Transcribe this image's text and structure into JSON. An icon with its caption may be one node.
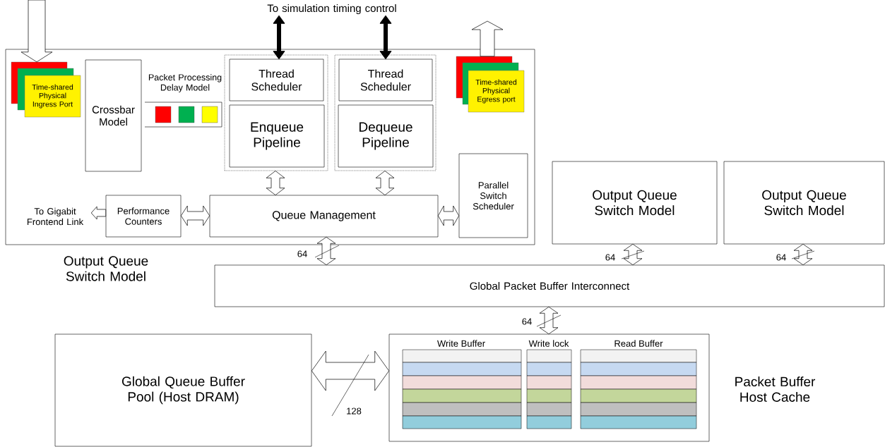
{
  "diagram": {
    "nodes": [
      {
        "text": [
          "Output Queue Switch Model"
        ]
      },
      {
        "text": [
          "Time-shared Physical Ingress Port"
        ],
        "in": 0
      },
      {
        "text": [
          "Crossbar Model"
        ],
        "in": 0
      },
      {
        "text": [
          "Packet Processing Delay Model"
        ],
        "in": 0
      },
      {
        "text": [],
        "shape": "box",
        "in": 0
      },
      {
        "text": [
          "Thread Scheduler"
        ],
        "in": 4
      },
      {
        "text": [
          "Enqueue Pipeline"
        ],
        "in": 4
      },
      {
        "text": [],
        "shape": "box",
        "in": 0
      },
      {
        "text": [
          "Thread Scheduler"
        ],
        "in": 7
      },
      {
        "text": [
          "Dequeue Pipeline"
        ],
        "in": 7
      },
      {
        "text": [
          "Time-shared Physical Egress port"
        ],
        "in": 0
      },
      {
        "text": [
          "Parallel Switch Scheduler"
        ],
        "in": 0
      },
      {
        "text": [
          "To Gigabit Frontend Link"
        ],
        "in": 0
      },
      {
        "text": [
          "Performance Counters"
        ],
        "in": 0
      },
      {
        "text": [
          "Queue Management"
        ],
        "in": 0
      },
      {
        "text": [
          "To simulation timing control"
        ]
      },
      {
        "text": [
          "Output Queue Switch Model"
        ]
      },
      {
        "text": [
          "Output Queue Switch Model"
        ]
      },
      {
        "text": [
          "Global Packet Buffer Interconnect"
        ]
      },
      {
        "text": [
          "Global Queue Buffer Pool (Host DRAM)"
        ]
      },
      {
        "text": [
          "Packet Buffer Host Cache"
        ]
      }
    ],
    "edges": [
      {
        "from": null,
        "to": 1,
        "arrow": "to"
      },
      {
        "from": 10,
        "to": null,
        "arrow": "to"
      },
      {
        "from": 15,
        "to": 5,
        "arrow": "both",
        "style": "thick"
      },
      {
        "from": 15,
        "to": 8,
        "arrow": "both",
        "style": "thick"
      },
      {
        "from": 4,
        "to": 14,
        "arrow": "both"
      },
      {
        "from": 7,
        "to": 14,
        "arrow": "both"
      },
      {
        "from": 13,
        "to": 12,
        "arrow": "to"
      },
      {
        "from": 13,
        "to": 14,
        "arrow": "both"
      },
      {
        "from": 14,
        "to": 11,
        "arrow": "both"
      },
      {
        "from": 14,
        "to": 18,
        "arrow": "both",
        "label": "64"
      },
      {
        "from": 16,
        "to": 18,
        "arrow": "both",
        "label": "64"
      },
      {
        "from": 17,
        "to": 18,
        "arrow": "both",
        "label": "64"
      },
      {
        "from": 18,
        "to": 20,
        "arrow": "both",
        "label": "64"
      },
      {
        "from": 19,
        "to": 20,
        "arrow": "both",
        "label": "128"
      }
    ],
    "labels": [
      "Write Buffer",
      "Write lock",
      "Read Buffer"
    ]
  }
}
